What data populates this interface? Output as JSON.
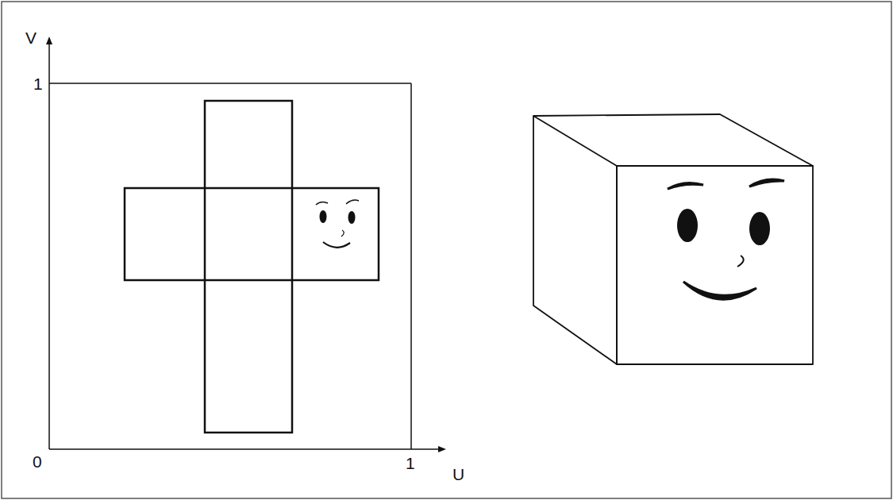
{
  "diagram": {
    "labels": [
      "V",
      "1",
      "0",
      "1",
      "U"
    ]
  }
}
